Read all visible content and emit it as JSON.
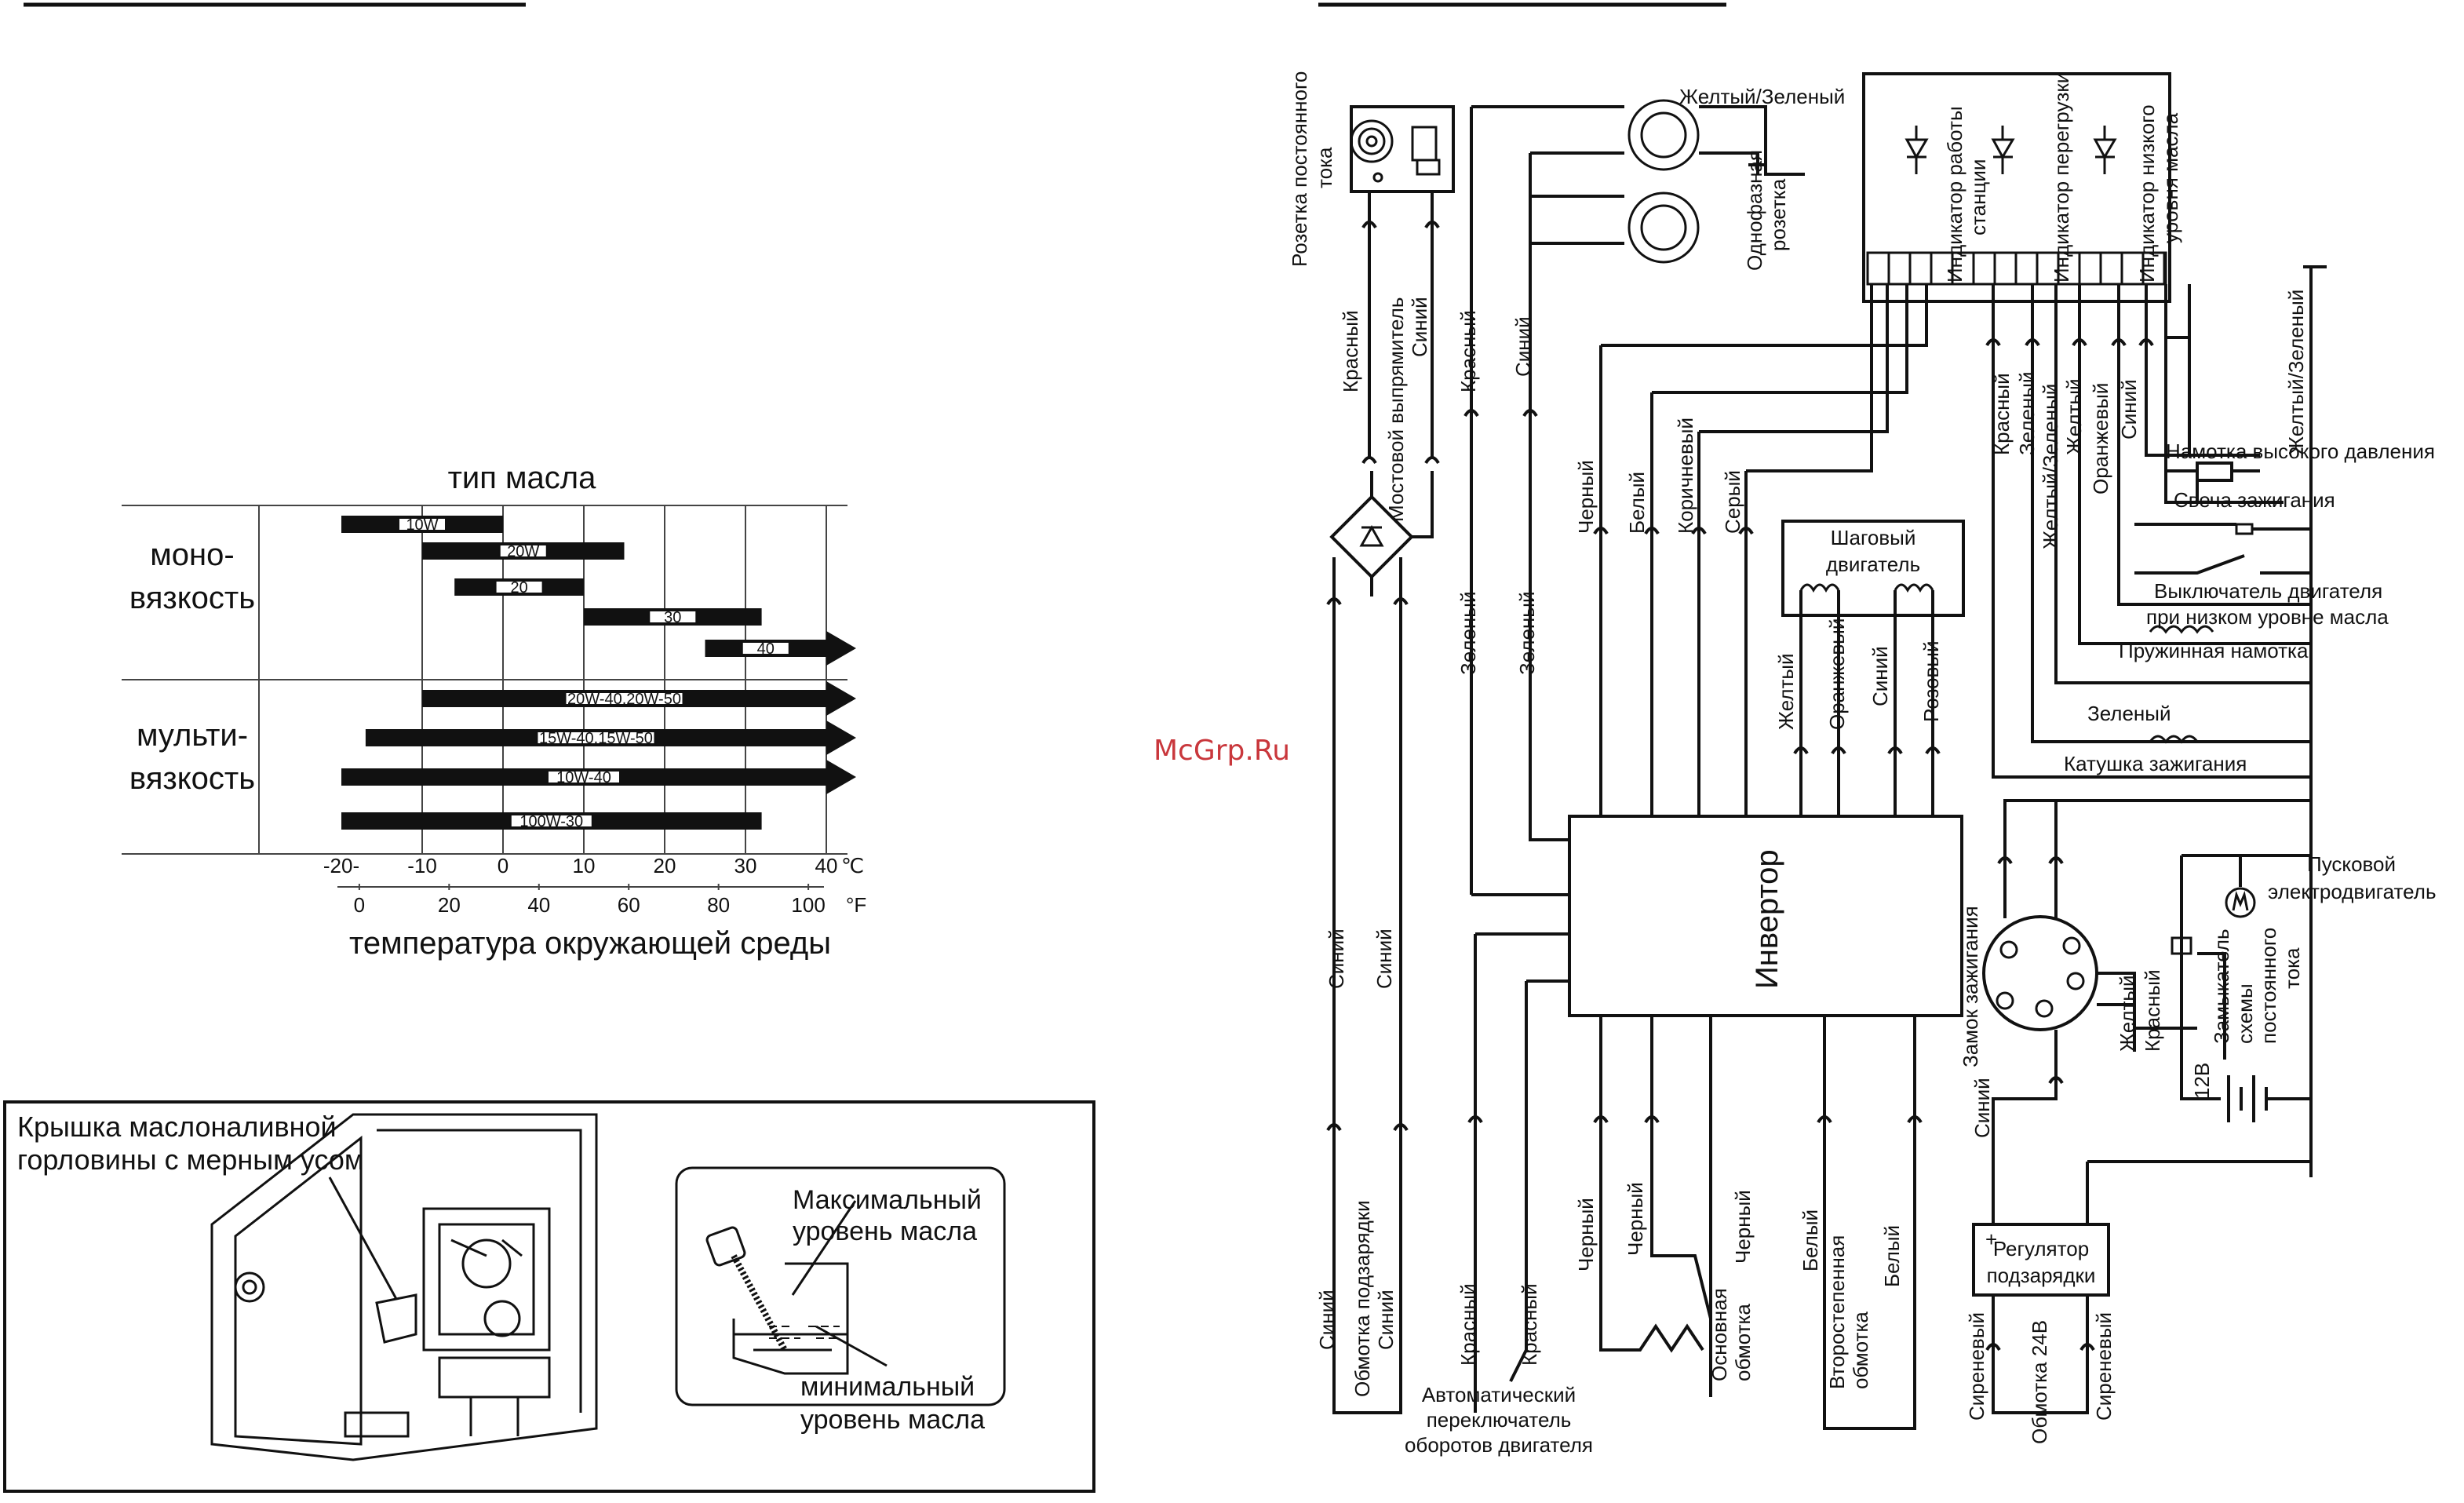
{
  "watermark": "McGrp.Ru",
  "oil_chart": {
    "title": "тип масла",
    "group_mono": [
      "моно-",
      "вязкость"
    ],
    "group_multi": [
      "мульти-",
      "вязкость"
    ],
    "xlabel": "температура окружающей среды",
    "celsius_ticks": [
      "-20-",
      "-10",
      "0",
      "10",
      "20",
      "30",
      "40"
    ],
    "celsius_unit": "℃",
    "fahrenheit_ticks": [
      "0",
      "20",
      "40",
      "60",
      "80",
      "100"
    ],
    "fahrenheit_unit": "°F",
    "bars": [
      {
        "label": "10W",
        "from_c": -20,
        "to_c": 0,
        "arrow": false
      },
      {
        "label": "20W",
        "from_c": -10,
        "to_c": 15,
        "arrow": false
      },
      {
        "label": "20",
        "from_c": -6,
        "to_c": 10,
        "arrow": false
      },
      {
        "label": "30",
        "from_c": 10,
        "to_c": 32,
        "arrow": false
      },
      {
        "label": "40",
        "from_c": 25,
        "to_c": 40,
        "arrow": true
      },
      {
        "label": "20W-40.20W-50",
        "from_c": -10,
        "to_c": 40,
        "arrow": true
      },
      {
        "label": "15W-40.15W-50",
        "from_c": -17,
        "to_c": 40,
        "arrow": true
      },
      {
        "label": "10W-40",
        "from_c": -20,
        "to_c": 40,
        "arrow": true
      },
      {
        "label": "100W-30",
        "from_c": -20,
        "to_c": 32,
        "arrow": false
      }
    ]
  },
  "oil_level": {
    "cap_label": [
      "Крышка маслоналивной",
      "горловины с мерным усом"
    ],
    "max_label": [
      "Максимальный",
      "уровень масла"
    ],
    "min_label": [
      "минимальный",
      "уровень масла"
    ]
  },
  "wiring": {
    "dc_socket": [
      "Розетка постоянного",
      "тока"
    ],
    "bridge": "Мостовой выпрямитель",
    "yellow_green_top": "Желтый/Зеленый",
    "single_phase": [
      "Однофазная",
      "розетка"
    ],
    "ind_work": [
      "Индикатор работы",
      "станции"
    ],
    "ind_overload": "Индикатор перегрузки",
    "ind_oil": [
      "Индикатор низкого",
      "уровня масла"
    ],
    "yellow_green_right": "Желтый/Зеленый",
    "hv_coil": "Намотка высокого давления",
    "spark_plug": "Свеча зажигания",
    "oil_switch": [
      "Выключатель двигателя",
      "при низком уровне масла"
    ],
    "spring_coil": "Пружинная намотка",
    "green": "Зеленый",
    "ign_coil": "Катушка зажигания",
    "starter": [
      "Пусковой",
      "электродвигатель"
    ],
    "dc_relay": [
      "Замыкатель",
      "схемы",
      "постоянного",
      "тока"
    ],
    "ign_lock": "Замок зажигания",
    "stepper": [
      "Шаговый",
      "двигатель"
    ],
    "inverter": "Инвертор",
    "charge_reg": [
      "Регулятор",
      "подзарядки"
    ],
    "winding_24v": "Обмотка 24В",
    "lilac": "Сиреневый",
    "charge_winding": "Обмотка подзарядки",
    "auto_switch": [
      "Автоматический",
      "переключатель",
      "оборотов двигателя"
    ],
    "main_winding": [
      "Основная",
      "обмотка"
    ],
    "secondary_winding": [
      "Второстепенная",
      "обмотка"
    ],
    "battery": "12В",
    "w_red": "Красный",
    "w_blue": "Синий",
    "w_black": "Черный",
    "w_white": "Белый",
    "w_brown": "Коричневый",
    "w_grey": "Серый",
    "w_green": "Зеленый",
    "w_yellow": "Желтый",
    "w_orange": "Оранжевый",
    "w_pink": "Розовый",
    "w_yg": "Желтый/Зеленый"
  }
}
